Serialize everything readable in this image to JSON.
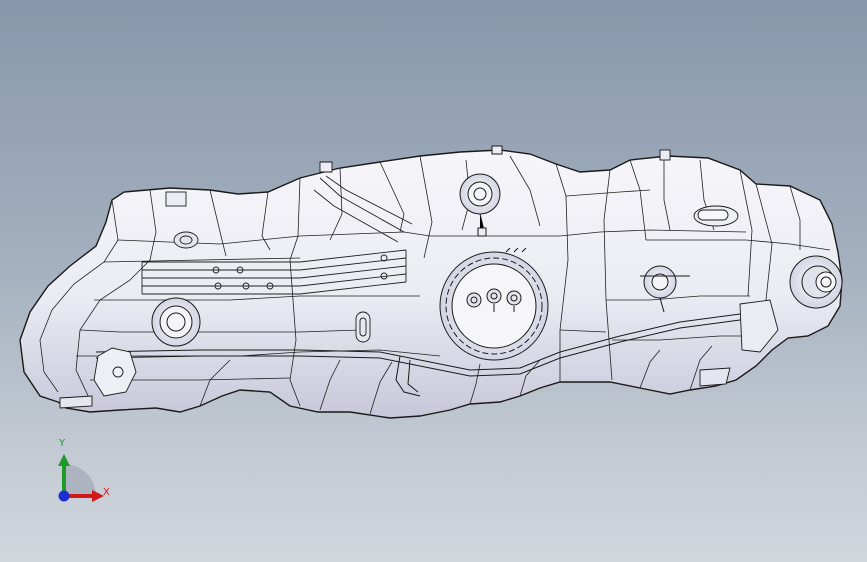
{
  "triad": {
    "x_label": "X",
    "y_label": "Y",
    "colors": {
      "x_axis": "#d21a1a",
      "y_axis": "#1f9a2a",
      "z_axis": "#1b2fd0"
    }
  },
  "model": {
    "icon": "fuel-tank-wireframe",
    "colors": {
      "surface": "#f1f1f6",
      "shade": "#c9c9dc",
      "edges": "#1a1a1a"
    }
  },
  "viewport": {
    "background_top": "#8797ab",
    "background_bottom": "#d2d7dd"
  }
}
